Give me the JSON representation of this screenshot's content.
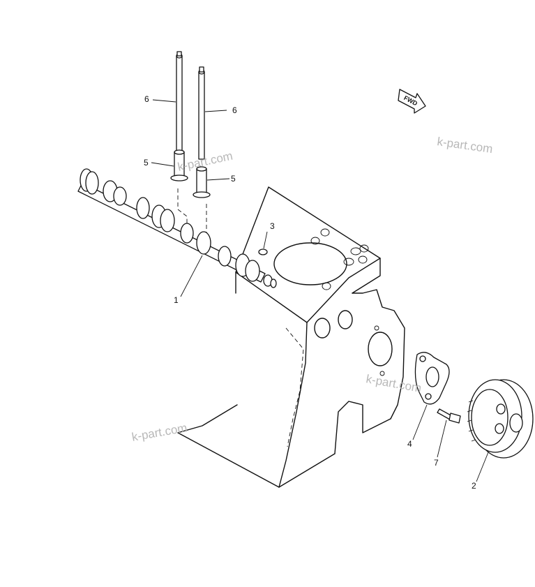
{
  "callouts": {
    "camshaft": "1",
    "gear": "2",
    "key": "3",
    "plate": "4",
    "tappet_left": "5",
    "tappet_right": "5",
    "push_rod_left": "6",
    "push_rod_right": "6",
    "bolt": "7"
  },
  "fwd_label": "FWD",
  "watermarks": [
    "k-part.com",
    "k-part.com",
    "k-part.com",
    "k-part.com"
  ]
}
